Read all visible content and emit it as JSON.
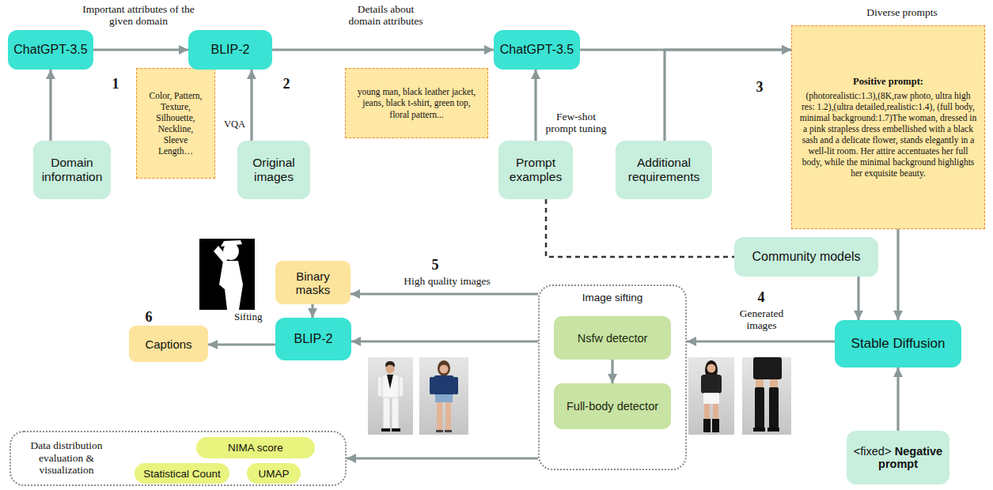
{
  "diagram": {
    "nodes": [
      {
        "text": [
          "ChatGPT-3.5"
        ]
      },
      {
        "text": [
          "Domain information"
        ]
      },
      {
        "text": [
          "Color, Pattern, Texture, Silhouette, Neckline, Sleeve Length…"
        ]
      },
      {
        "text": [
          "BLIP-2"
        ]
      },
      {
        "text": [
          "Original images"
        ]
      },
      {
        "text": [
          "young man, black leather jacket, jeans, black t-shirt, green top, floral pattern..."
        ]
      },
      {
        "text": [
          "ChatGPT-3.5"
        ]
      },
      {
        "text": [
          "Prompt examples"
        ]
      },
      {
        "text": [
          "Additional requirements"
        ]
      },
      {
        "text": [
          "Positive prompt:",
          "(photorealistic:1.3),(8K,raw photo, ultra high res: 1.2),(ultra detailed,realistic:1.4), (full body, minimal background:1.7)The woman, dressed in a pink strapless dress embellished with a black sash and a delicate flower, stands elegantly in a well-lit room. Her attire accentuates her full body, while the minimal background highlights her exquisite beauty."
        ]
      },
      {
        "text": [
          "Community models"
        ]
      },
      {
        "text": [
          "Stable Diffusion"
        ]
      },
      {
        "text": [
          "<fixed>",
          "Negative prompt"
        ]
      },
      {
        "text": [
          "Image sifting"
        ]
      },
      {
        "text": [
          "Nsfw detector"
        ],
        "in": 13
      },
      {
        "text": [
          "Full-body detector"
        ],
        "in": 13
      },
      {
        "text": [
          "Binary masks"
        ]
      },
      {
        "text": [
          "BLIP-2"
        ]
      },
      {
        "text": [
          "Captions"
        ]
      },
      {
        "text": [
          "Data distribution evaluation & visualization"
        ]
      },
      {
        "text": [
          "NIMA score"
        ],
        "in": 19
      },
      {
        "text": [
          "Statistical Count"
        ],
        "in": 19
      },
      {
        "text": [
          "UMAP"
        ],
        "in": 19
      }
    ],
    "edges": [
      {
        "from": 1,
        "to": 0,
        "arrow": "to"
      },
      {
        "from": 0,
        "to": 3,
        "arrow": "to"
      },
      {
        "from": 4,
        "to": 3,
        "arrow": "to"
      },
      {
        "from": 3,
        "to": 6,
        "arrow": "to"
      },
      {
        "from": 7,
        "to": 6,
        "arrow": "to"
      },
      {
        "from": 6,
        "to": 9,
        "arrow": "to"
      },
      {
        "from": 8,
        "to": 9,
        "arrow": "to"
      },
      {
        "from": 7,
        "to": 10,
        "arrow": "none"
      },
      {
        "from": 9,
        "to": 11,
        "arrow": "to"
      },
      {
        "from": 10,
        "to": 11,
        "arrow": "to"
      },
      {
        "from": 12,
        "to": 11,
        "arrow": "to"
      },
      {
        "from": 11,
        "to": 13,
        "arrow": "to"
      },
      {
        "from": 13,
        "to": 16,
        "arrow": "to"
      },
      {
        "from": 16,
        "to": 17,
        "arrow": "to"
      },
      {
        "from": 13,
        "to": 17,
        "arrow": "to"
      },
      {
        "from": 17,
        "to": 18,
        "arrow": "to"
      },
      {
        "from": 13,
        "to": 19,
        "arrow": "to"
      },
      {
        "from": 14,
        "to": 15,
        "arrow": "to"
      }
    ],
    "labels": [
      "Important attributes of the given domain",
      "Details about domain attributes",
      "Diverse prompts",
      "1",
      "VQA",
      "2",
      "Few-shot prompt tuning",
      "3",
      "4",
      "Generated images",
      "5",
      "High quality images",
      "Sifting",
      "6"
    ]
  }
}
